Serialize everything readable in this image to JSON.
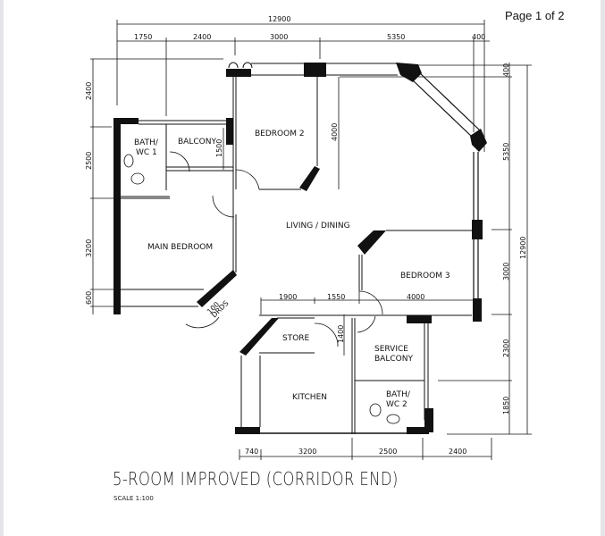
{
  "viewer": {
    "page_indicator": "Page 1 of 2"
  },
  "plan": {
    "title": "5-ROOM IMPROVED (CORRIDOR END)",
    "scale": "SCALE   1:100",
    "rooms": {
      "bath_wc1_line1": "BATH/",
      "bath_wc1_line2": "WC  1",
      "balcony": "BALCONY",
      "bedroom2": "BEDROOM  2",
      "main_bedroom": "MAIN  BEDROOM",
      "living_dining": "LIVING  /  DINING",
      "bedroom3": "BEDROOM  3",
      "store": "STORE",
      "service_balcony_line1": "SERVICE",
      "service_balcony_line2": "BALCONY",
      "kitchen": "KITCHEN",
      "bath_wc2_line1": "BATH/",
      "bath_wc2_line2": "WC  2",
      "door_label_line1": "100",
      "door_label_line2": "DRDS"
    },
    "dimensions": {
      "top_overall": "12900",
      "top": [
        "1750",
        "2400",
        "3000",
        "5350",
        "400"
      ],
      "left": [
        "2400",
        "2500",
        "3200",
        "600"
      ],
      "right_inner": [
        "400",
        "5350",
        "3000",
        "2300",
        "1850"
      ],
      "right_overall": "12900",
      "bottom": [
        "740",
        "3200",
        "2500",
        "2400"
      ],
      "interior": {
        "balcony_depth": "1500",
        "bedroom2_depth": "4000",
        "store_width": "1900",
        "passage": "1550",
        "bedroom3_width": "4000",
        "store_depth": "1400"
      }
    }
  }
}
